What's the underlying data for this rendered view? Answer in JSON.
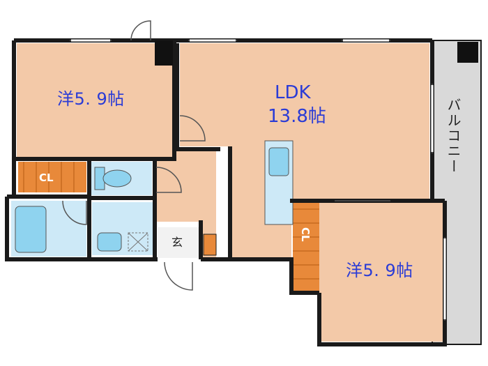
{
  "rooms": {
    "western_top": "洋5. 9帖",
    "western_bottom": "洋5. 9帖",
    "ldk_line1": "LDK",
    "ldk_line2": "13.8帖",
    "closet_left": "CL",
    "closet_right": "CL",
    "entrance": "玄",
    "balcony": "バルコニー"
  },
  "colors": {
    "room_fill": "#f3c9a8",
    "wet_fill": "#cde9f7",
    "closet_fill": "#e8893a",
    "balcony_fill": "#d9d9d9",
    "wall": "#1a1a1a",
    "label_blue": "#2a3bd6"
  }
}
